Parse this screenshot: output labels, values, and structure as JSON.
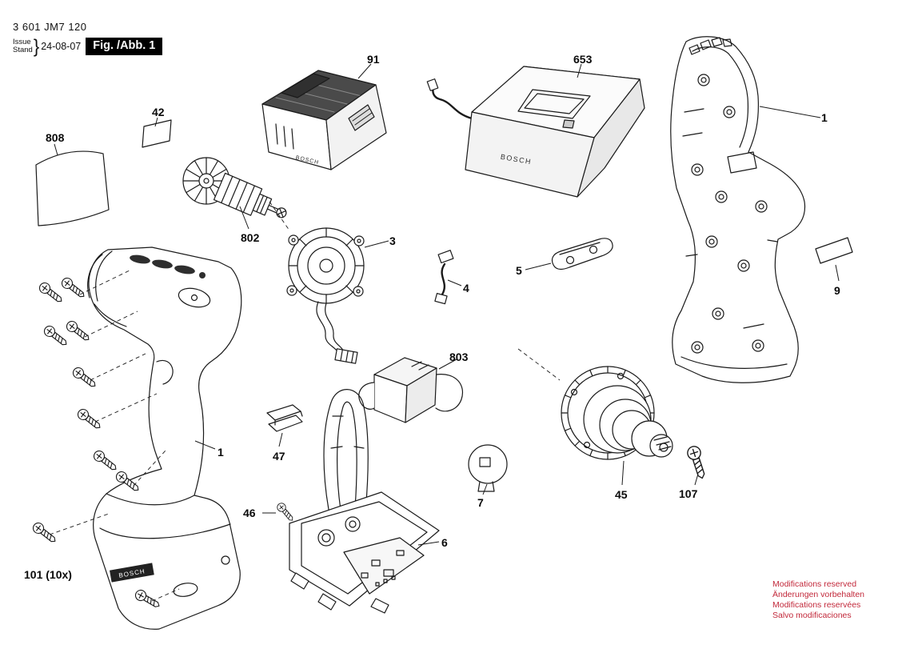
{
  "doc": {
    "part_number": "3 601 JM7 120",
    "issue_label": "Issue",
    "stand_label": "Stand",
    "brace": "}",
    "date": "24-08-07",
    "figure_label": "Fig. /Abb. 1"
  },
  "brand": {
    "logo": "BOSCH"
  },
  "labels": {
    "p808": "808",
    "p42": "42",
    "p802": "802",
    "p91": "91",
    "p653": "653",
    "p1r": "1",
    "p3": "3",
    "p4": "4",
    "p5": "5",
    "p9": "9",
    "p803": "803",
    "p47": "47",
    "p7": "7",
    "p45": "45",
    "p107": "107",
    "p46": "46",
    "p6": "6",
    "p1l": "1",
    "p101": "101 (10x)"
  },
  "footer": {
    "lines": [
      "Modifications reserved",
      "Änderungen vorbehalten",
      "Modifications reservées",
      "Salvo modificaciones"
    ],
    "color": "#c2283a"
  },
  "diagram": {
    "type": "exploded-parts-diagram",
    "figure": "1",
    "part_ids": [
      "1",
      "3",
      "4",
      "5",
      "6",
      "7",
      "9",
      "42",
      "45",
      "46",
      "47",
      "91",
      "101",
      "107",
      "653",
      "802",
      "803",
      "808"
    ]
  }
}
